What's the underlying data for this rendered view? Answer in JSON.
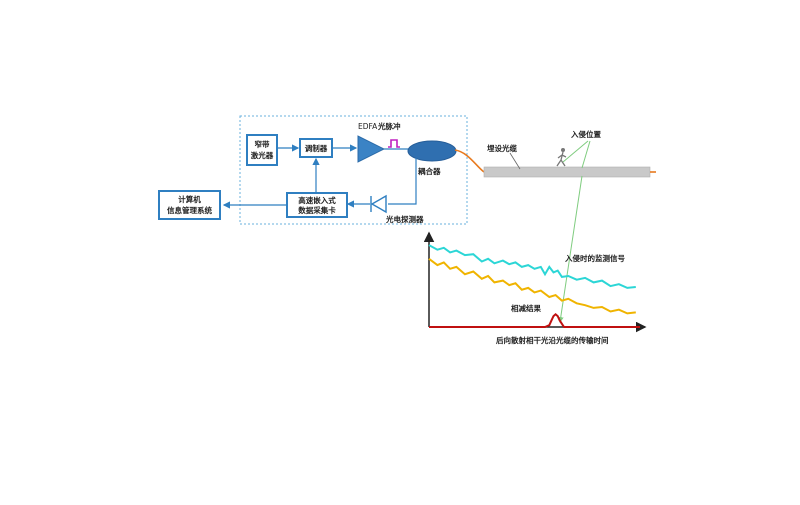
{
  "colors": {
    "box_border": "#2f7fc1",
    "dashed_border": "#6ab0de",
    "amplifier": "#3b83c5",
    "coupler": "#2f6fb0",
    "pulse": "#c020c0",
    "fiber_in": "#e87a1e",
    "cable": "#c9c9c9",
    "trace_cyan": "#2cd6d6",
    "trace_yellow": "#f0b400",
    "peak_red": "#c01010",
    "guide_green": "#7fcc7f"
  },
  "blocks": {
    "laser_line1": "窄带",
    "laser_line2": "激光器",
    "modulator": "调制器",
    "edfa_label": "EDFA",
    "pulse_label": "光脉冲",
    "coupler_label": "耦合器",
    "daq_line1": "高速嵌入式",
    "daq_line2": "数据采集卡",
    "detector_label": "光电探测器",
    "computer_line1": "计算机",
    "computer_line2": "信息管理系统"
  },
  "field": {
    "cable_label": "埋设光缆",
    "intrusion_label": "入侵位置"
  },
  "chart_labels": {
    "signal_label": "入侵时的监测信号",
    "subtract_label": "相减结果",
    "xlabel": "后向散射相干光沿光缆的传输时间"
  },
  "chart_data": {
    "type": "line",
    "title": "",
    "xlabel": "后向散射相干光沿光缆的传输时间",
    "ylabel": "",
    "x_range": [
      0,
      100
    ],
    "y_range": [
      0,
      100
    ],
    "grid": false,
    "series": [
      {
        "name": "入侵时的监测信号",
        "x": [
          0,
          4,
          7,
          10,
          13,
          17,
          21,
          25,
          28,
          31,
          35,
          38,
          41,
          44,
          47,
          50,
          53,
          55,
          57,
          59,
          61,
          63,
          66,
          70,
          74,
          78,
          82,
          86,
          90,
          94,
          98
        ],
        "y": [
          90,
          85,
          87,
          82,
          84,
          79,
          80,
          72,
          75,
          70,
          73,
          69,
          71,
          66,
          68,
          64,
          66,
          58,
          66,
          60,
          62,
          55,
          56,
          52,
          54,
          49,
          51,
          45,
          47,
          43,
          44
        ]
      },
      {
        "name": "",
        "x": [
          0,
          4,
          7,
          10,
          13,
          17,
          21,
          25,
          28,
          31,
          35,
          38,
          41,
          44,
          47,
          50,
          53,
          57,
          60,
          63,
          66,
          70,
          74,
          78,
          82,
          86,
          90,
          94,
          98
        ],
        "y": [
          75,
          68,
          71,
          64,
          66,
          58,
          61,
          53,
          56,
          49,
          51,
          46,
          48,
          41,
          43,
          38,
          40,
          33,
          35,
          29,
          31,
          26,
          24,
          21,
          22,
          17,
          19,
          15,
          16
        ]
      },
      {
        "name": "相减结果",
        "x": [
          0,
          55,
          57,
          58,
          59,
          60,
          61,
          62,
          64,
          100
        ],
        "y": [
          0,
          0,
          2,
          7,
          12,
          14,
          12,
          7,
          0,
          0
        ]
      }
    ]
  }
}
